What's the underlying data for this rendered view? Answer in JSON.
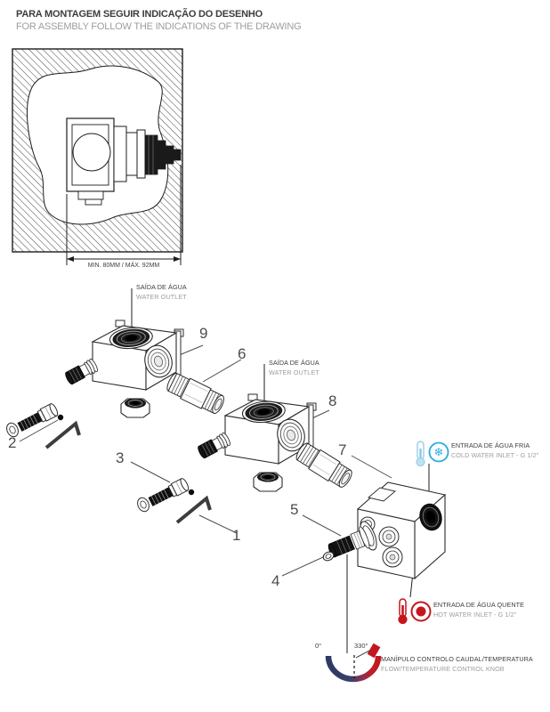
{
  "header": {
    "line_pt": "PARA MONTAGEM SEGUIR INDICAÇÃO DO DESENHO",
    "line_en": "FOR ASSEMBLY FOLLOW THE INDICATIONS OF THE DRAWING"
  },
  "wall_drawing": {
    "dimension": "MIN. 80MM / MÁX. 92MM"
  },
  "callouts": {
    "outlet_top": {
      "pt": "SAÍDA DE ÁGUA",
      "en": "WATER OUTLET"
    },
    "outlet_mid": {
      "pt": "SAÍDA DE ÁGUA",
      "en": "WATER OUTLET"
    },
    "cold_inlet": {
      "pt": "ENTRADA DE ÁGUA FRIA",
      "en": "COLD WATER INLET - G 1/2\""
    },
    "hot_inlet": {
      "pt": "ENTRADA DE ÁGUA QUENTE",
      "en": "HOT WATER INLET - G 1/2\""
    },
    "knob": {
      "pt": "MANÍPULO CONTROLO CAUDAL/TEMPERATURA",
      "en": "FLOW/TEMPERATURE CONTROL KNOB"
    }
  },
  "knob_scale": {
    "min": "0°",
    "max": "330°"
  },
  "part_numbers": {
    "n1": "1",
    "n2": "2",
    "n3": "3",
    "n4": "4",
    "n5": "5",
    "n6": "6",
    "n7": "7",
    "n8": "8",
    "n9": "9"
  },
  "icons": {
    "snowflake_glyph": "❄",
    "cold_thermometer": "thermometer-cold-icon",
    "hot_thermometer": "thermometer-hot-icon"
  },
  "colors": {
    "cold_blue": "#29abe2",
    "hot_red": "#c5161d",
    "arc_blue": "#2c3a63",
    "text_dark": "#3d3d3b",
    "text_light": "#9d9d9c"
  }
}
